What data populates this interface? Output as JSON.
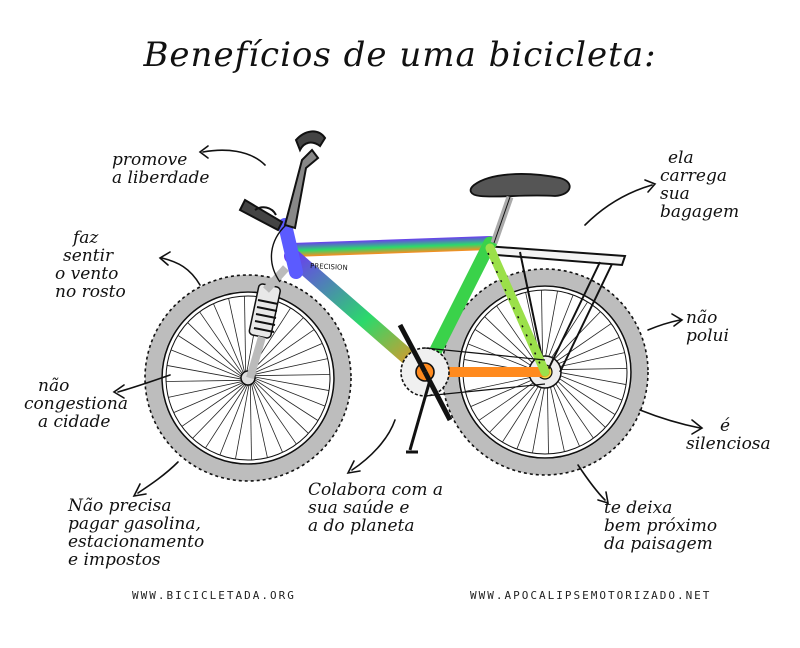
{
  "title": "Benefícios de uma bicicleta:",
  "labels": {
    "freedom": [
      "promove",
      "a liberdade"
    ],
    "wind": [
      "faz",
      "sentir",
      "o vento",
      "no rosto"
    ],
    "traffic": [
      "não",
      "congestiona",
      "a cidade"
    ],
    "costs": [
      "Não precisa",
      "pagar gasolina,",
      "estacionamento",
      "e impostos"
    ],
    "health": [
      "Colabora com a",
      "sua saúde e",
      "a do planeta"
    ],
    "luggage": [
      "ela",
      "carrega",
      "sua",
      "bagagem"
    ],
    "pollution": [
      "não",
      "polui"
    ],
    "silent": [
      "é",
      "silenciosa"
    ],
    "landscape": [
      "te deixa",
      "bem próximo",
      "da paisagem"
    ]
  },
  "footer": {
    "left": "WWW.BICICLETADA.ORG",
    "right": "WWW.APOCALIPSEMOTORIZADO.NET"
  },
  "colors": {
    "frame_start": "#6a3df0",
    "frame_mid": "#2bd96b",
    "frame_end": "#ff8a1e",
    "fork": "#5b5bff",
    "tire": "#bdbdbd",
    "ink": "#111111"
  }
}
